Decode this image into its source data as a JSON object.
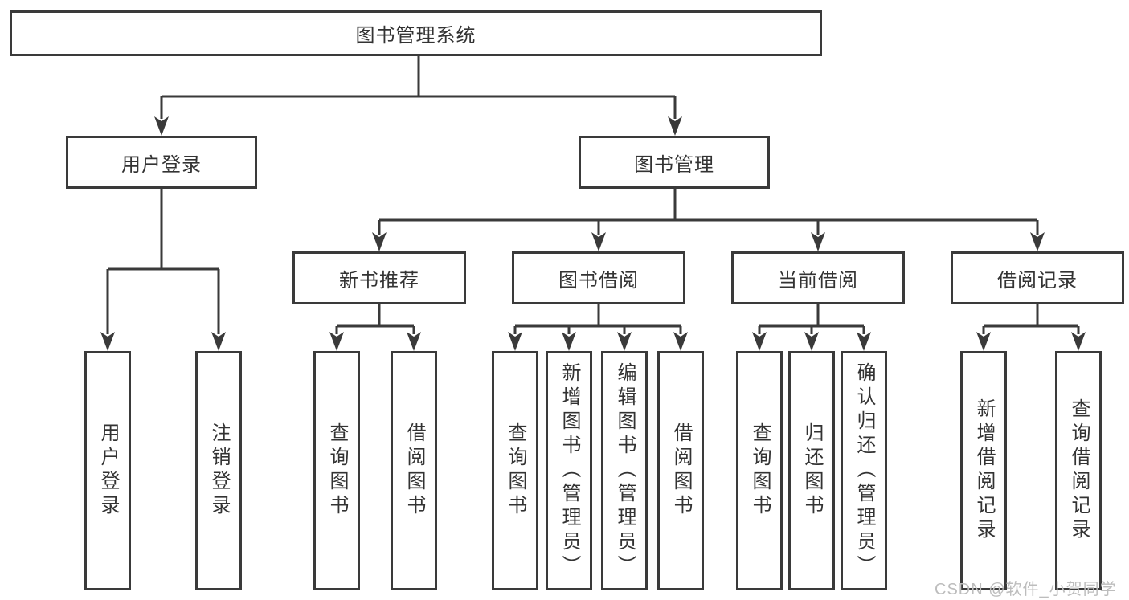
{
  "diagram": {
    "root": {
      "label": "图书管理系统"
    },
    "branches": [
      {
        "label": "用户登录",
        "children": [
          {
            "label": "用户登录"
          },
          {
            "label": "注销登录"
          }
        ]
      },
      {
        "label": "图书管理",
        "children": [
          {
            "label": "新书推荐",
            "children": [
              {
                "label": "查询图书"
              },
              {
                "label": "借阅图书"
              }
            ]
          },
          {
            "label": "图书借阅",
            "children": [
              {
                "label": "查询图书"
              },
              {
                "label": "新增图书（管理员）"
              },
              {
                "label": "编辑图书（管理员）"
              },
              {
                "label": "借阅图书"
              }
            ]
          },
          {
            "label": "当前借阅",
            "children": [
              {
                "label": "查询图书"
              },
              {
                "label": "归还图书"
              },
              {
                "label": "确认归还（管理员）"
              }
            ]
          },
          {
            "label": "借阅记录",
            "children": [
              {
                "label": "新增借阅记录"
              },
              {
                "label": "查询借阅记录"
              }
            ]
          }
        ]
      }
    ]
  },
  "watermark": {
    "text": "CSDN @软件_小贺同学"
  },
  "colors": {
    "line": "#3a3a3a",
    "text": "#333333",
    "background": "#ffffff",
    "watermark": "#bdbdbd"
  }
}
